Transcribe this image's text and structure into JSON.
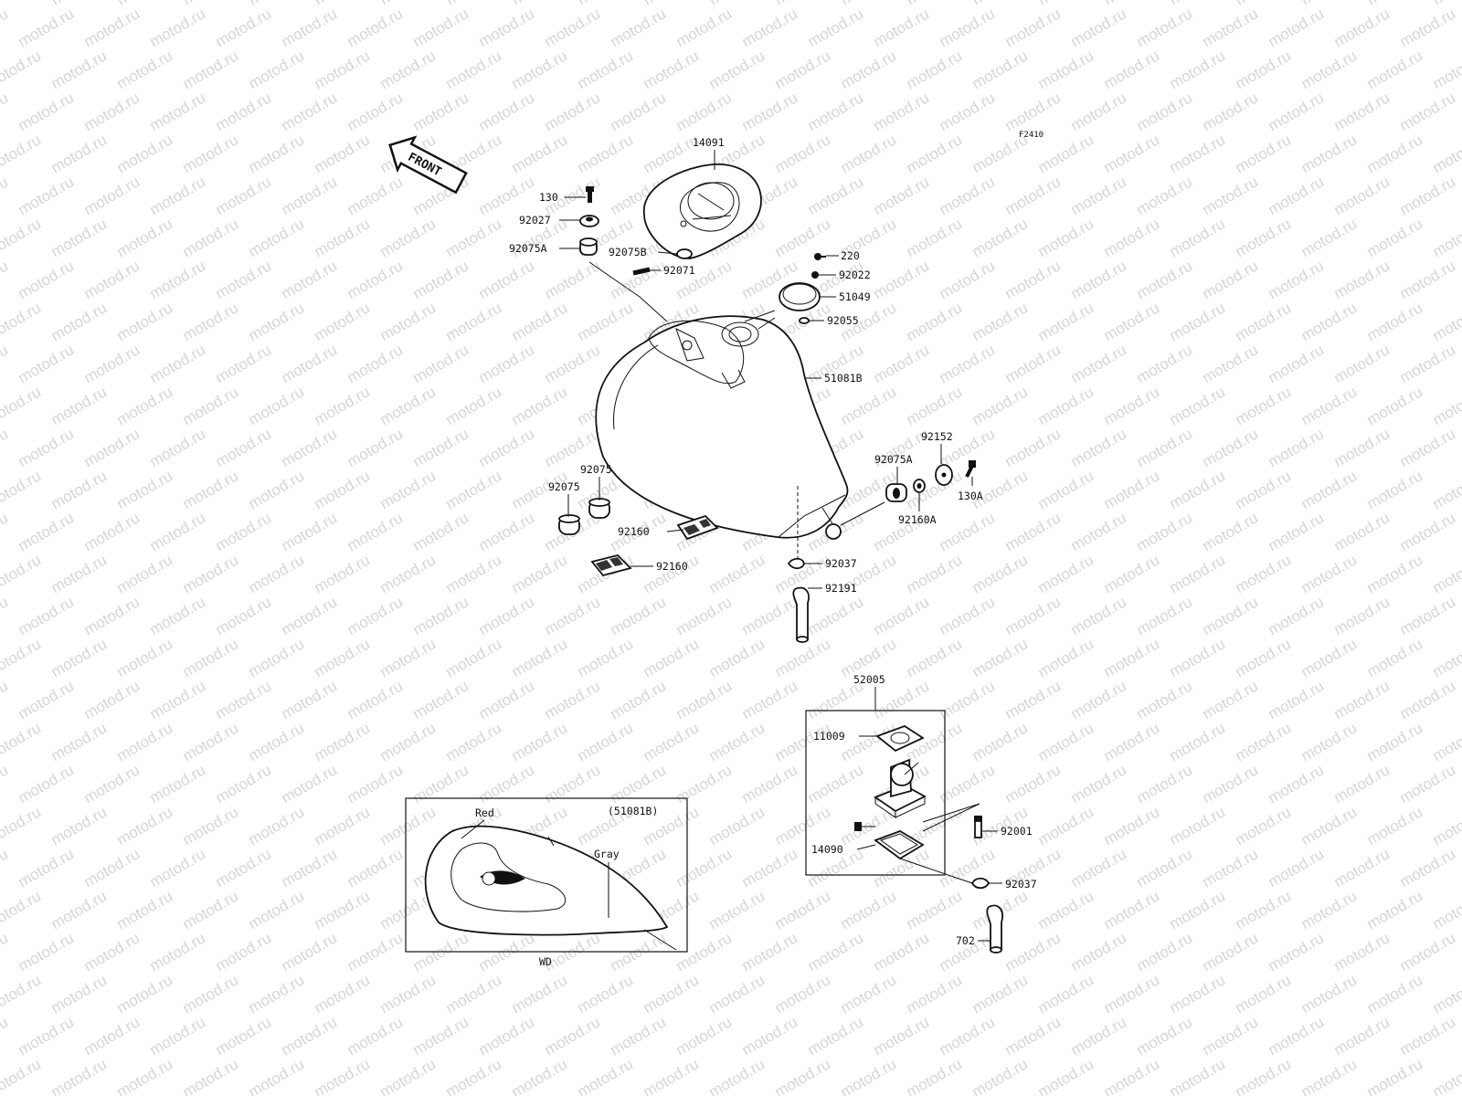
{
  "watermark": "motod.ru",
  "figure_code": "F2410",
  "front_label": "FRONT",
  "callouts": {
    "p14091": "14091",
    "p130": "130",
    "p92027": "92027",
    "p92075A_top": "92075A",
    "p92075B": "92075B",
    "p92071": "92071",
    "p220": "220",
    "p92022": "92022",
    "p51049": "51049",
    "p92055": "92055",
    "p51081B": "51081B",
    "p92152": "92152",
    "p92075A_right": "92075A",
    "p130A": "130A",
    "p92160A": "92160A",
    "p92075_a": "92075",
    "p92075_b": "92075",
    "p92160_a": "92160",
    "p92160_b": "92160",
    "p92037_top": "92037",
    "p92191": "92191",
    "p52005": "52005",
    "p11009": "11009",
    "p92001": "92001",
    "p14090": "14090",
    "p92037_bottom": "92037",
    "p702": "702"
  },
  "inset": {
    "ref": "(51081B)",
    "color_red": "Red",
    "color_gray": "Gray",
    "caption": "WD"
  }
}
